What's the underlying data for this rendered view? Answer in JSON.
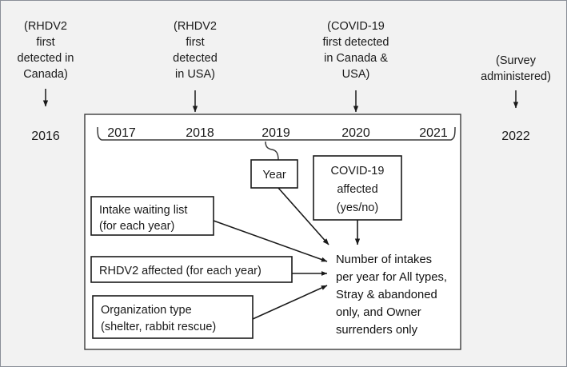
{
  "figure": {
    "background_color": "#f2f2f2",
    "panel_color": "#ffffff",
    "line_color": "#1a1a1a",
    "border_color": "#8a8f98"
  },
  "timeline": {
    "annotations": [
      {
        "id": "rhdv2-canada",
        "text_lines": [
          "(RHDV2",
          "first",
          "detected in",
          "Canada)"
        ],
        "year_label": "2016"
      },
      {
        "id": "rhdv2-usa",
        "text_lines": [
          "(RHDV2",
          "first",
          "detected",
          "in USA)"
        ],
        "year_label": "2018"
      },
      {
        "id": "covid-detected",
        "text_lines": [
          "(COVID-19",
          "first detected",
          "in Canada &",
          "USA)"
        ],
        "year_label": "2020"
      },
      {
        "id": "survey-administered",
        "text_lines": [
          "(Survey",
          "administered)"
        ],
        "year_label": "2022"
      }
    ],
    "outside_years": [
      "2016",
      "2022"
    ],
    "bracket_years": [
      "2017",
      "2018",
      "2019",
      "2020",
      "2021"
    ]
  },
  "nodes": {
    "year": {
      "label": "Year"
    },
    "covid_affected": {
      "lines": [
        "COVID-19",
        "affected",
        "(yes/no)"
      ]
    },
    "intake_waiting_list": {
      "lines": [
        "Intake waiting list",
        "(for each year)"
      ]
    },
    "rhdv2_affected": {
      "lines": [
        "RHDV2 affected (for each year)"
      ]
    },
    "organization_type": {
      "lines": [
        "Organization type",
        "(shelter, rabbit rescue)"
      ]
    },
    "outcome": {
      "lines": [
        "Number of intakes",
        "per year for All types,",
        "Stray & abandoned",
        "only, and Owner",
        "surrenders only"
      ]
    }
  }
}
